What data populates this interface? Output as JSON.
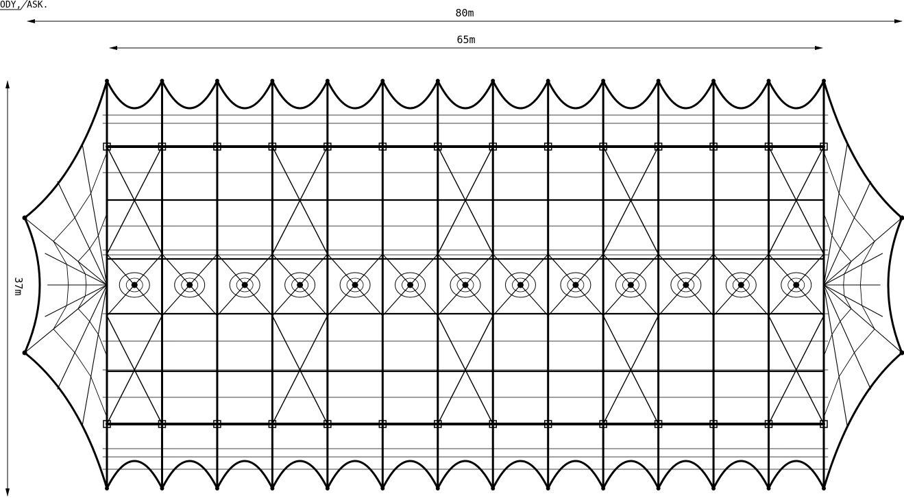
{
  "drawing": {
    "corner_tag": "ODY, ASK.",
    "overall_length": "80m",
    "frame_length": "65m",
    "overall_width": "37m"
  },
  "structure": {
    "bays": 13,
    "scallops_per_edge": 13,
    "cross_braced_bays": [
      0,
      3,
      6,
      9,
      12
    ],
    "line_color": "#000000",
    "background": "#ffffff"
  }
}
